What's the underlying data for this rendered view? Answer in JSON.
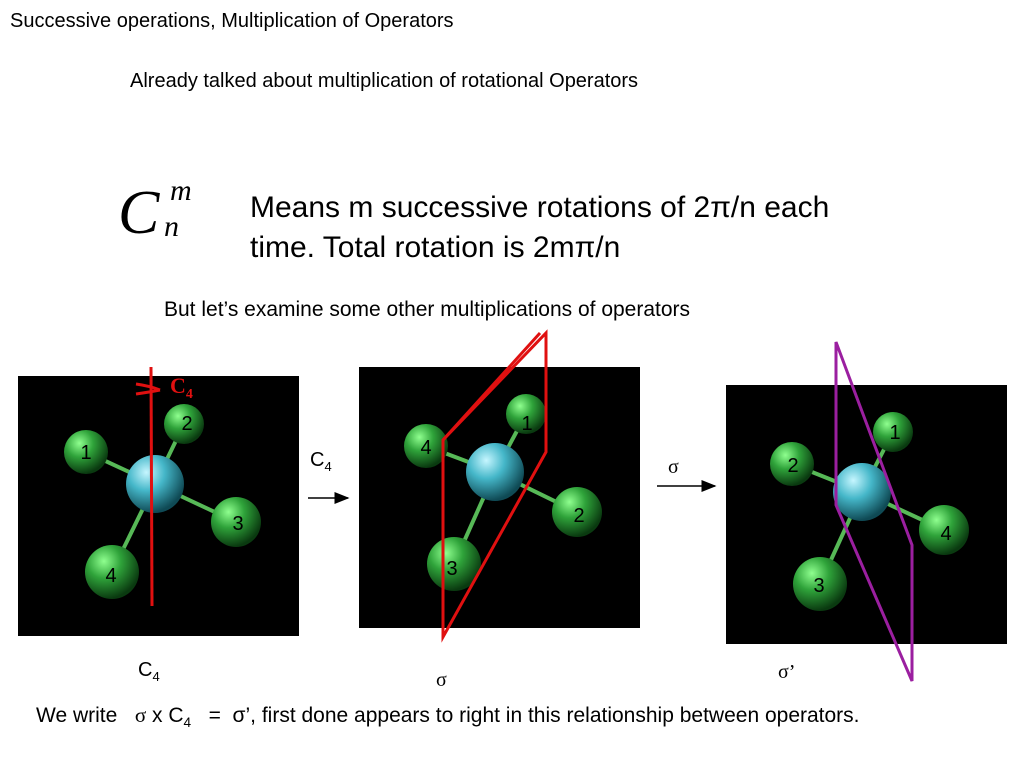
{
  "slide": {
    "title": "Successive operations, Multiplication of Operators",
    "intro": "Already talked about multiplication of rotational Operators",
    "formula": {
      "base": "C",
      "sup": "m",
      "sub": "n"
    },
    "meaning_line1": "Means m successive rotations of 2π/n each",
    "meaning_line2": "time.  Total rotation is 2mπ/n",
    "subheading": "But let’s examine some other multiplications of operators"
  },
  "figures": {
    "panel1": {
      "atoms": [
        "1",
        "2",
        "3",
        "4"
      ],
      "axis_label": "C",
      "axis_sub": "4"
    },
    "panel2": {
      "atoms": [
        "4",
        "1",
        "2",
        "3"
      ]
    },
    "panel3": {
      "atoms": [
        "2",
        "1",
        "4",
        "3"
      ]
    },
    "arrow1_label": "C",
    "arrow1_sub": "4",
    "arrow2_label": "σ",
    "caption1": "C",
    "caption1_sub": "4",
    "caption2": "σ",
    "caption3": "σ’"
  },
  "conclusion": {
    "we_write": "We write",
    "sigma": "σ",
    "x_c": "x C",
    "c_sub": "4",
    "equals": "=",
    "rest": "σ’, first done appears to right in this relationship between operators."
  },
  "colors": {
    "background": "#000000",
    "center_atom": "#45b7c9",
    "outer_atom": "#2fa33a",
    "mirror_red": "#e01010",
    "mirror_purple": "#9b1fa0",
    "bond": "#57b957"
  }
}
